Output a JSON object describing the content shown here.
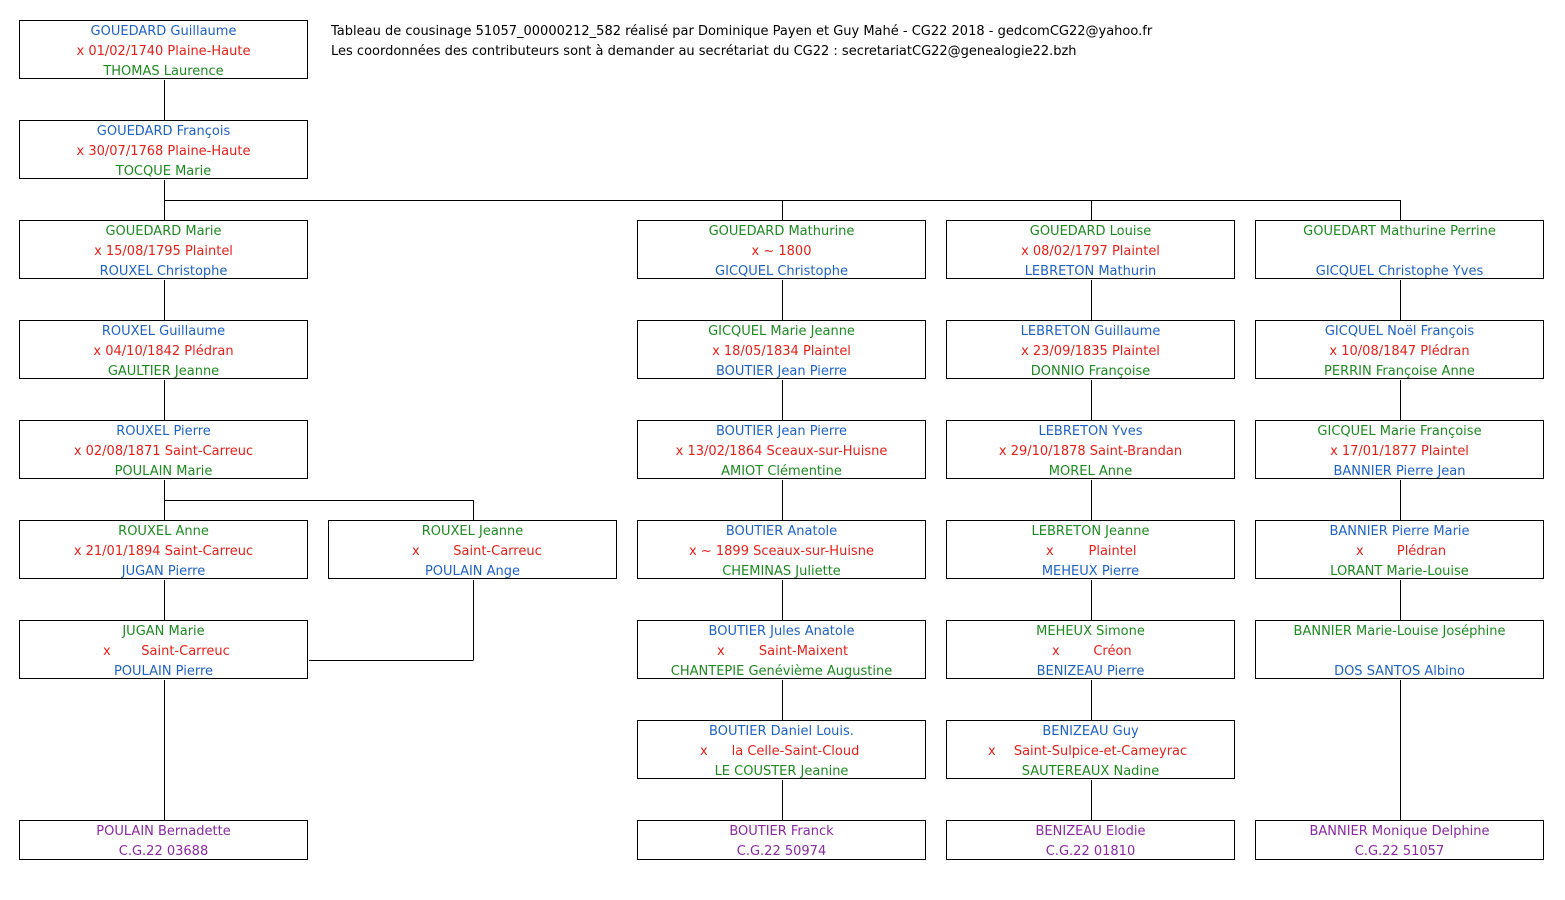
{
  "header": {
    "line1": "Tableau de cousinage 51057_00000212_582 réalisé par Dominique Payen et Guy Mahé - CG22 2018 - gedcomCG22@yahoo.fr",
    "line2": "Les coordonnées des contributeurs sont à demander au secrétariat du CG22 :  secretariatCG22@genealogie22.bzh"
  },
  "colors": {
    "male": "#1f62c6",
    "marriage": "#e8201a",
    "female": "#1d8a21",
    "descendant": "#8a2aa3"
  },
  "boxes": [
    {
      "id": "gen1",
      "l0": "GOUEDARD Guillaume",
      "l1": "x 01/02/1740 Plaine-Haute",
      "l2": "THOMAS Laurence"
    },
    {
      "id": "gen2",
      "l0": "GOUEDARD François",
      "l1": "x 30/07/1768 Plaine-Haute",
      "l2": "TOCQUE Marie"
    },
    {
      "id": "b1g3",
      "l0": "GOUEDARD Marie",
      "l1": "x 15/08/1795 Plaintel",
      "l2": "ROUXEL Christophe"
    },
    {
      "id": "b1g4",
      "l0": "ROUXEL Guillaume",
      "l1": "x 04/10/1842 Plédran",
      "l2": "GAULTIER Jeanne"
    },
    {
      "id": "b1g5",
      "l0": "ROUXEL Pierre",
      "l1": "x 02/08/1871 Saint-Carreuc",
      "l2": "POULAIN Marie"
    },
    {
      "id": "b1g6",
      "l0": "ROUXEL Anne",
      "l1": "x 21/01/1894 Saint-Carreuc",
      "l2": "JUGAN Pierre"
    },
    {
      "id": "b1g6b",
      "l0": "ROUXEL Jeanne",
      "l1x": "x",
      "l1": "Saint-Carreuc",
      "l2": "POULAIN Ange"
    },
    {
      "id": "b1g7",
      "l0": "JUGAN Marie",
      "l1x": "x",
      "l1": "Saint-Carreuc",
      "l2": "POULAIN Pierre"
    },
    {
      "id": "b1end",
      "l0": "POULAIN Bernadette",
      "l1": "C.G.22 03688"
    },
    {
      "id": "b2g3",
      "l0": "GOUEDARD Mathurine",
      "l1": "x ~ 1800",
      "l2": "GICQUEL Christophe"
    },
    {
      "id": "b2g4",
      "l0": "GICQUEL Marie Jeanne",
      "l1": "x 18/05/1834 Plaintel",
      "l2": "BOUTIER Jean Pierre"
    },
    {
      "id": "b2g5",
      "l0": "BOUTIER Jean Pierre",
      "l1": "x 13/02/1864 Sceaux-sur-Huisne",
      "l2": "AMIOT Clémentine"
    },
    {
      "id": "b2g6",
      "l0": "BOUTIER Anatole",
      "l1": "x ~ 1899 Sceaux-sur-Huisne",
      "l2": "CHEMINAS Juliette"
    },
    {
      "id": "b2g7",
      "l0": "BOUTIER Jules Anatole",
      "l1x": "x",
      "l1": "Saint-Maixent",
      "l2": "CHANTEPIE Genévième Augustine"
    },
    {
      "id": "b2g8",
      "l0": "BOUTIER Daniel Louis.",
      "l1x": "x",
      "l1": "la Celle-Saint-Cloud",
      "l2": "LE COUSTER Jeanine"
    },
    {
      "id": "b2end",
      "l0": "BOUTIER Franck",
      "l1": "C.G.22 50974"
    },
    {
      "id": "b3g3",
      "l0": "GOUEDARD Louise",
      "l1": "x 08/02/1797 Plaintel",
      "l2": "LEBRETON Mathurin"
    },
    {
      "id": "b3g4",
      "l0": "LEBRETON Guillaume",
      "l1": "x 23/09/1835 Plaintel",
      "l2": "DONNIO Françoise"
    },
    {
      "id": "b3g5",
      "l0": "LEBRETON Yves",
      "l1": "x 29/10/1878 Saint-Brandan",
      "l2": "MOREL Anne"
    },
    {
      "id": "b3g6",
      "l0": "LEBRETON Jeanne",
      "l1x": "x",
      "l1": "Plaintel",
      "l2": "MEHEUX Pierre"
    },
    {
      "id": "b3g7",
      "l0": "MEHEUX Simone",
      "l1x": "x",
      "l1": "Créon",
      "l2": "BENIZEAU Pierre"
    },
    {
      "id": "b3g8",
      "l0": "BENIZEAU Guy",
      "l1x": "x",
      "l1": "Saint-Sulpice-et-Cameyrac",
      "l2": "SAUTEREAUX Nadine"
    },
    {
      "id": "b3end",
      "l0": "BENIZEAU Elodie",
      "l1": "C.G.22 01810"
    },
    {
      "id": "b4g3",
      "l0": "GOUEDART Mathurine Perrine",
      "l1": "",
      "l2": "GICQUEL Christophe Yves"
    },
    {
      "id": "b4g4",
      "l0": "GICQUEL Noël François",
      "l1": "x 10/08/1847 Plédran",
      "l2": "PERRIN Françoise Anne"
    },
    {
      "id": "b4g5",
      "l0": "GICQUEL Marie Françoise",
      "l1": "x 17/01/1877 Plaintel",
      "l2": "BANNIER Pierre Jean"
    },
    {
      "id": "b4g6",
      "l0": "BANNIER Pierre Marie",
      "l1x": "x",
      "l1": "Plédran",
      "l2": "LORANT Marie-Louise"
    },
    {
      "id": "b4g7",
      "l0": "BANNIER Marie-Louise Joséphine",
      "l1": "",
      "l2": "DOS SANTOS Albino"
    },
    {
      "id": "b4end",
      "l0": "BANNIER Monique Delphine",
      "l1": "C.G.22 51057"
    }
  ]
}
